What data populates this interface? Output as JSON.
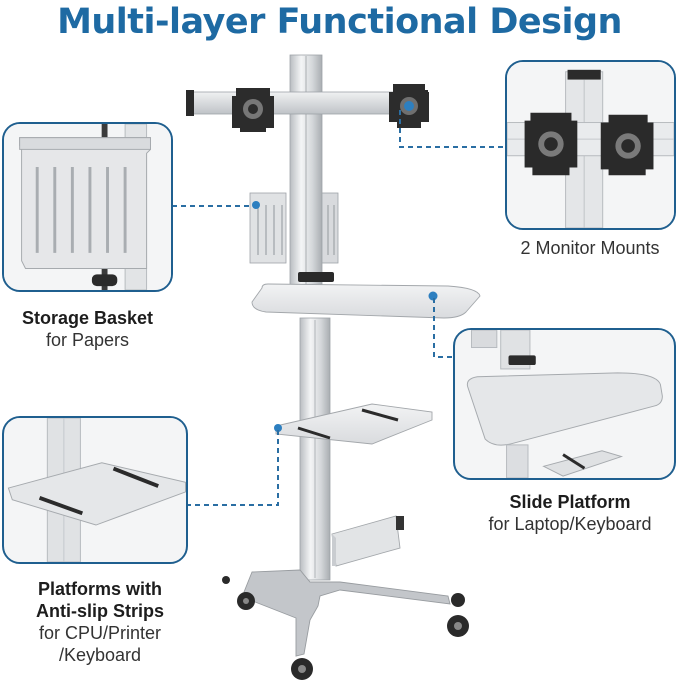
{
  "title": "Multi-layer Functional Design",
  "callouts": {
    "monitor_mounts": {
      "label": "2 Monitor Mounts"
    },
    "storage_basket": {
      "title": "Storage Basket",
      "subtitle": "for Papers"
    },
    "slide_platform": {
      "title": "Slide Platform",
      "subtitle": "for Laptop/Keyboard"
    },
    "platforms": {
      "title_line1": "Platforms with",
      "title_line2": "Anti-slip Strips",
      "subtitle_line1": "for CPU/Printer",
      "subtitle_line2": "/Keyboard"
    }
  },
  "colors": {
    "title": "#1e6aa3",
    "frame": "#1f5f8f",
    "leader": "#2a6ea3",
    "aluminum": "#d7dadd",
    "platform": "#e9eaec",
    "strip": "#2b2b2b"
  }
}
